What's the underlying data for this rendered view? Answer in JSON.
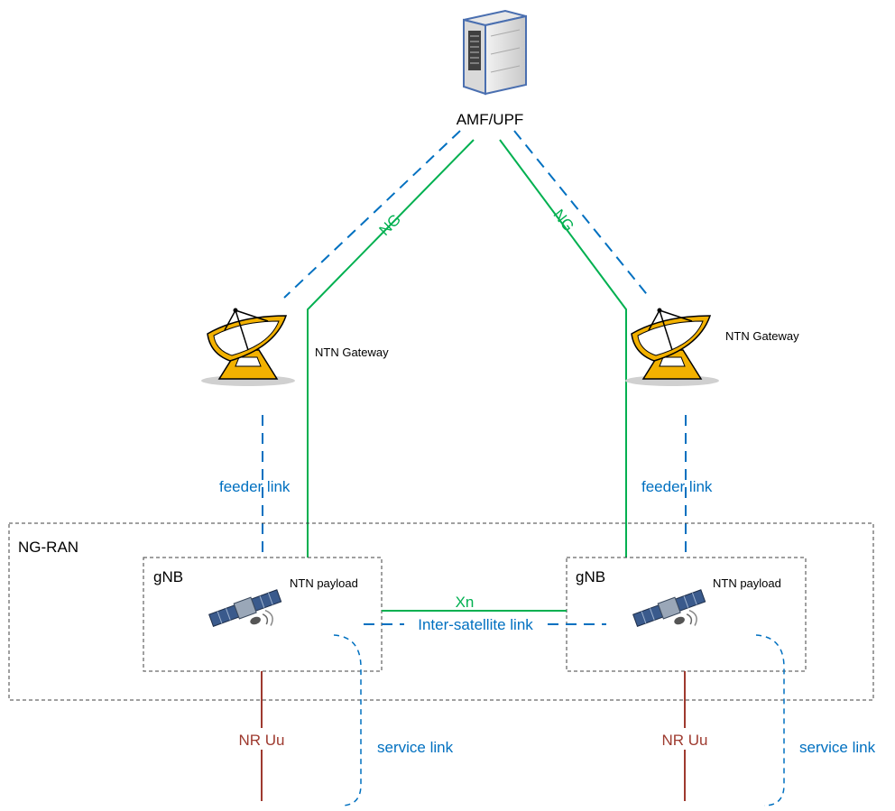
{
  "labels": {
    "core": "AMF/UPF",
    "ng_left": "NG",
    "ng_right": "NG",
    "gateway_left": "NTN Gateway",
    "gateway_right": "NTN Gateway",
    "feeder_left": "feeder link",
    "feeder_right": "feeder link",
    "ngran": "NG-RAN",
    "gnb_left": "gNB",
    "gnb_right": "gNB",
    "payload_left": "NTN payload",
    "payload_right": "NTN payload",
    "xn": "Xn",
    "isl": "Inter-satellite link",
    "uu_left": "NR Uu",
    "uu_right": "NR Uu",
    "service_left": "service link",
    "service_right": "service link"
  },
  "colors": {
    "ng_link": "#00b050",
    "dashed_link": "#0070c0",
    "uu_link": "#9e3a2f",
    "box_border": "#404040",
    "text": "#000000"
  },
  "icons": {
    "core": "server-icon",
    "gateway": "satellite-dish-icon",
    "payload": "satellite-icon"
  }
}
